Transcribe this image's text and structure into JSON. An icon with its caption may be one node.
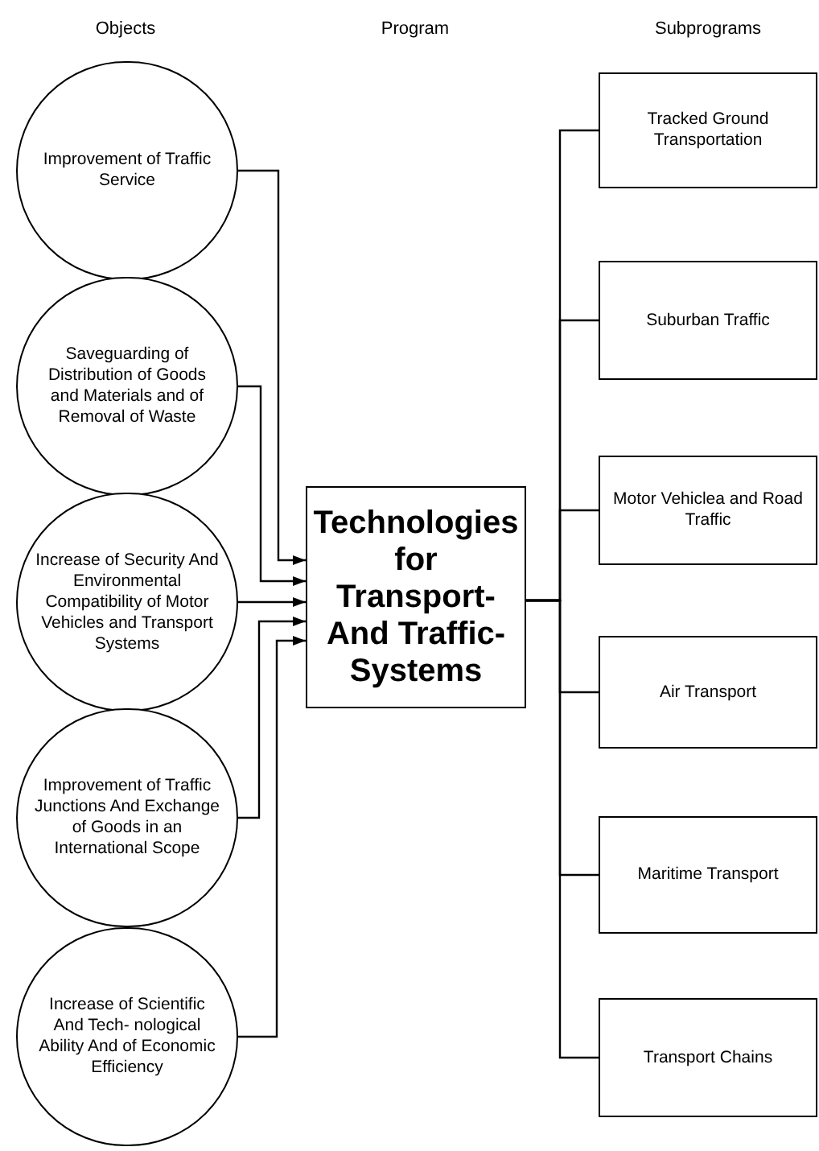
{
  "diagram": {
    "nodes": [
      {
        "text": [
          "Improvement of Traffic Service"
        ]
      },
      {
        "text": [
          "Saveguarding of Distribution of Goods and Materials and of Removal of Waste"
        ]
      },
      {
        "text": [
          "Increase of Security And Environmental Compatibility of Motor Vehicles and Transport Systems"
        ]
      },
      {
        "text": [
          "Improvement of Traffic Junctions And Exchange of Goods in an International Scope"
        ]
      },
      {
        "text": [
          "Increase of Scientific And Tech- nological Ability And of Economic Efficiency"
        ]
      },
      {
        "text": [
          "Technologies for Transport- And Traffic- Systems"
        ]
      },
      {
        "text": [
          "Tracked Ground Transportation"
        ]
      },
      {
        "text": [
          "Suburban Traffic"
        ]
      },
      {
        "text": [
          "Motor Vehiclea and Road Traffic"
        ]
      },
      {
        "text": [
          "Air Transport"
        ]
      },
      {
        "text": [
          "Maritime Transport"
        ]
      },
      {
        "text": [
          "Transport Chains"
        ]
      }
    ],
    "edges": [
      {
        "from": 0,
        "to": 5,
        "arrow": "to"
      },
      {
        "from": 1,
        "to": 5,
        "arrow": "to"
      },
      {
        "from": 2,
        "to": 5,
        "arrow": "to"
      },
      {
        "from": 3,
        "to": 5,
        "arrow": "to"
      },
      {
        "from": 4,
        "to": 5,
        "arrow": "to"
      },
      {
        "from": 5,
        "to": 6,
        "arrow": "none"
      },
      {
        "from": 5,
        "to": 7,
        "arrow": "none"
      },
      {
        "from": 5,
        "to": 8,
        "arrow": "none"
      },
      {
        "from": 5,
        "to": 9,
        "arrow": "none"
      },
      {
        "from": 5,
        "to": 10,
        "arrow": "none"
      },
      {
        "from": 5,
        "to": 11,
        "arrow": "none"
      }
    ],
    "labels": [
      "Objects",
      "Program",
      "Subprograms"
    ]
  }
}
